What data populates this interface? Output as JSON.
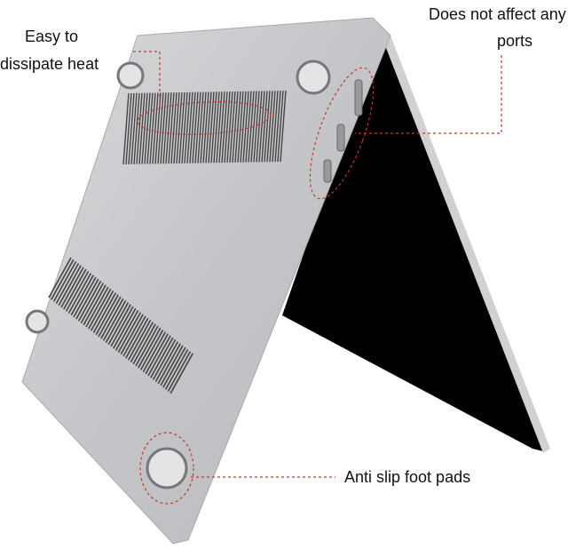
{
  "callouts": {
    "heat_line1": "Easy to",
    "heat_line2": "dissipate heat",
    "ports_line1": "Does not affect any",
    "ports_line2": "ports",
    "feet": "Anti slip foot pads"
  },
  "colors": {
    "callout_line": "#c0392b",
    "case_gray": "#c9cacc",
    "screen": "#000000"
  }
}
